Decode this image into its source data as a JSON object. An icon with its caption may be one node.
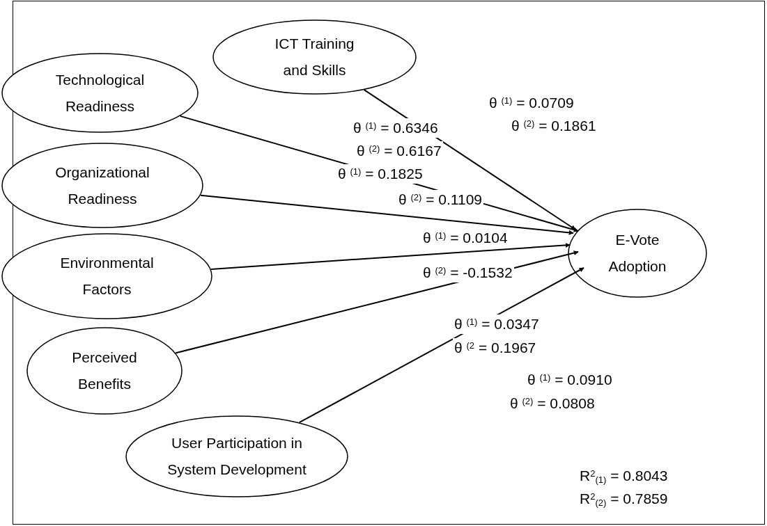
{
  "diagram": {
    "nodes": [
      {
        "text": [
          "Technological Readiness"
        ]
      },
      {
        "text": [
          "ICT Training and Skills"
        ]
      },
      {
        "text": [
          "Organizational Readiness"
        ]
      },
      {
        "text": [
          "Environmental Factors"
        ]
      },
      {
        "text": [
          "Perceived Benefits"
        ]
      },
      {
        "text": [
          "User Participation in System Development"
        ]
      },
      {
        "text": [
          "E-Vote Adoption"
        ]
      }
    ],
    "edges": [
      {
        "from": 0,
        "to": 6,
        "arrow": "to"
      },
      {
        "from": 1,
        "to": 6,
        "arrow": "to"
      },
      {
        "from": 2,
        "to": 6,
        "arrow": "to"
      },
      {
        "from": 3,
        "to": 6,
        "arrow": "to"
      },
      {
        "from": 4,
        "to": 6,
        "arrow": "to"
      },
      {
        "from": 5,
        "to": 6,
        "arrow": "to"
      }
    ],
    "labels": [
      "θ $^{(1)}$ = 0.0709",
      "θ $^{(2)}$ = 0.1861",
      "θ $^{(1)}$ = 0.6346",
      "θ $^{(2)}$ = 0.6167",
      "θ $^{(1)}$ = 0.1825",
      "θ $^{(2)}$ = 0.1109",
      "θ $^{(1)}$ = 0.0104",
      "θ $^{(2)}$ = -0.1532",
      "θ $^{(1)}$ = 0.0347",
      "θ $^{(2}$ = 0.1967",
      "θ $^{(1)}$ = 0.0910",
      "θ $^{(2)}$ = 0.0808",
      "R$^{2}$$_{(1)}$ = 0.8043",
      "R$^{2}$$_{(2)}$ = 0.7859"
    ]
  }
}
